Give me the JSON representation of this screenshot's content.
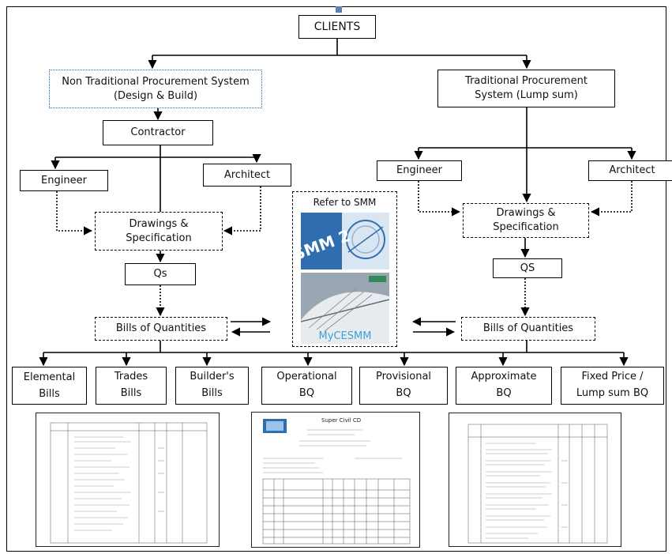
{
  "diagram": {
    "root": "CLIENTS",
    "left_system": "Non Traditional Procurement System (Design & Build)",
    "right_system": "Traditional Procurement System (Lump sum)",
    "contractor": "Contractor",
    "left": {
      "engineer": "Engineer",
      "architect": "Architect",
      "drawings": "Drawings & Specification",
      "qs": "Qs",
      "bills": "Bills of Quantities"
    },
    "right": {
      "engineer": "Engineer",
      "architect": "Architect",
      "drawings": "Drawings & Specification",
      "qs": "QS",
      "bills": "Bills of Quantities"
    },
    "reference": {
      "title": "Refer to SMM",
      "book1_label": "SMM 2",
      "book2_label": "MyCESMM"
    },
    "bill_types": [
      "Elemental Bills",
      "Trades Bills",
      "Builder's Bills",
      "Operational BQ",
      "Provisional BQ",
      "Approximate BQ",
      "Fixed Price / Lump sum BQ"
    ],
    "sample_doc_header": "Super Civil CD"
  },
  "colors": {
    "line": "#000000",
    "blue_border": "#2a6fb8",
    "smm_blue": "#2f6fb0",
    "mycesmm_text": "#3aa0d8"
  }
}
